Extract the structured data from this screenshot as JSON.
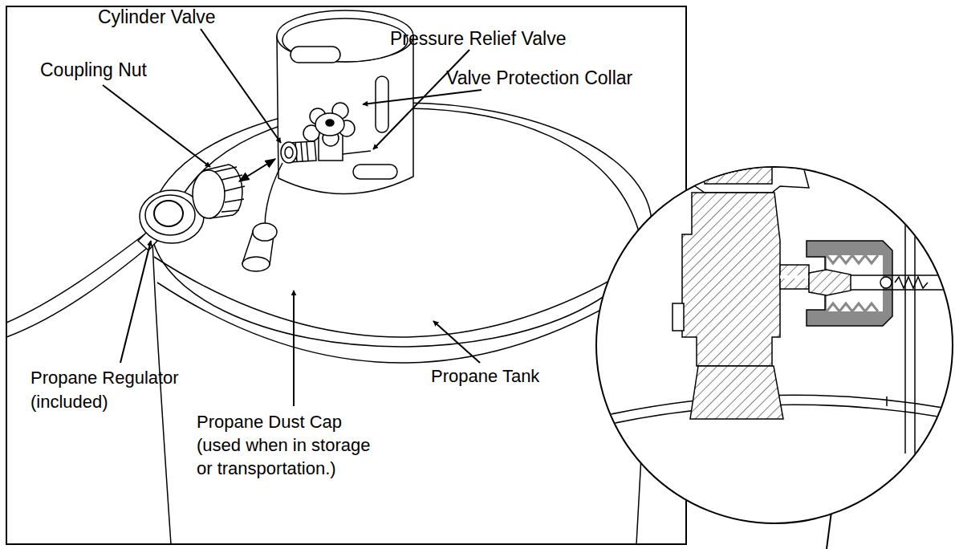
{
  "diagram": {
    "labels": [
      "Cylinder Valve",
      "Pressure Relief Valve",
      "Coupling Nut",
      "Valve Protection Collar",
      "Propane Regulator (included)",
      "Propane Tank",
      "Propane Dust Cap (used when in storage or transportation.)"
    ]
  }
}
